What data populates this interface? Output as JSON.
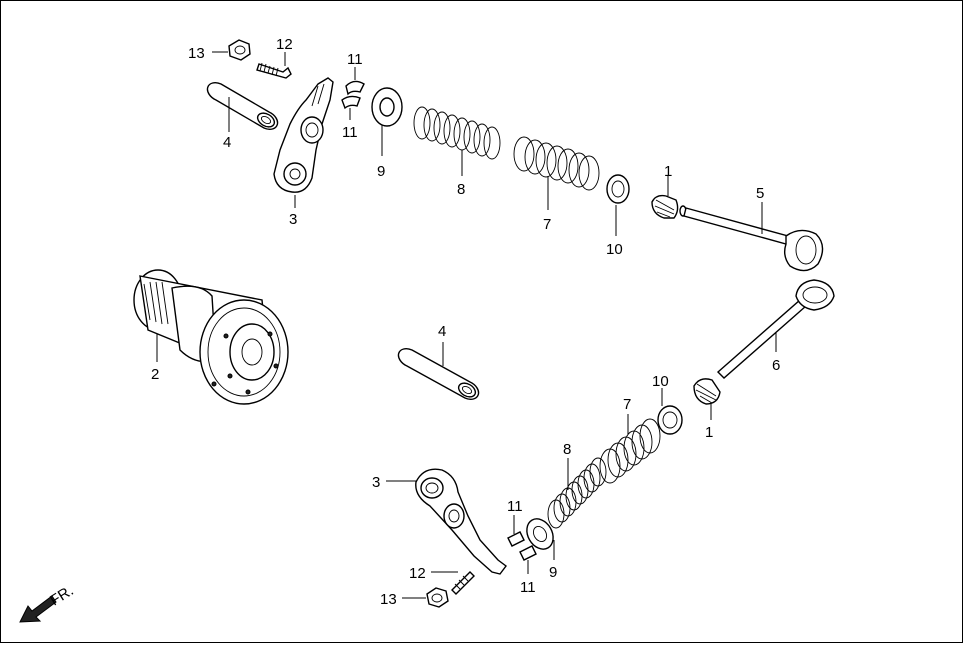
{
  "diagram": {
    "direction_label": "FR.",
    "callouts": {
      "p13_top": "13",
      "p12_top": "12",
      "p11_top_a": "11",
      "p11_top_b": "11",
      "p4_top": "4",
      "p3_top": "3",
      "p9_top": "9",
      "p8_top": "8",
      "p7_top": "7",
      "p10_top": "10",
      "p1_top": "1",
      "p5": "5",
      "p2": "2",
      "p4_mid": "4",
      "p6": "6",
      "p10_bot": "10",
      "p7_bot": "7",
      "p1_bot": "1",
      "p8_bot": "8",
      "p3_bot": "3",
      "p11_bot_a": "11",
      "p11_bot_b": "11",
      "p9_bot": "9",
      "p12_bot": "12",
      "p13_bot": "13"
    }
  }
}
